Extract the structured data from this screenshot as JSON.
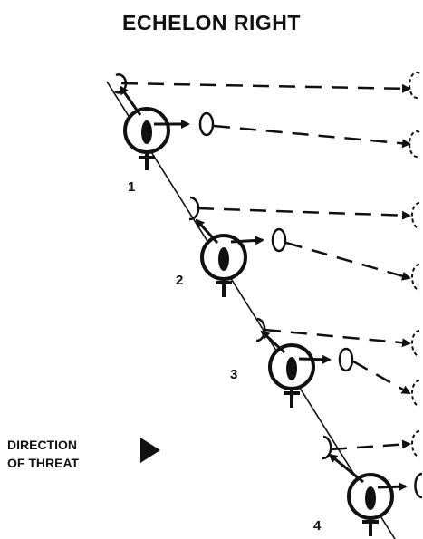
{
  "diagram": {
    "title": "ECHELON RIGHT",
    "direction_label": [
      "DIRECTION",
      "OF THREAT"
    ],
    "vehicles": [
      {
        "number": "1"
      },
      {
        "number": "2"
      },
      {
        "number": "3"
      },
      {
        "number": "4"
      }
    ],
    "icons": {
      "vehicle": "tank-vehicle-icon",
      "threat_arrow": "triangle-right-icon"
    },
    "colors": {
      "ink": "#111111",
      "background": "#ffffff"
    }
  }
}
